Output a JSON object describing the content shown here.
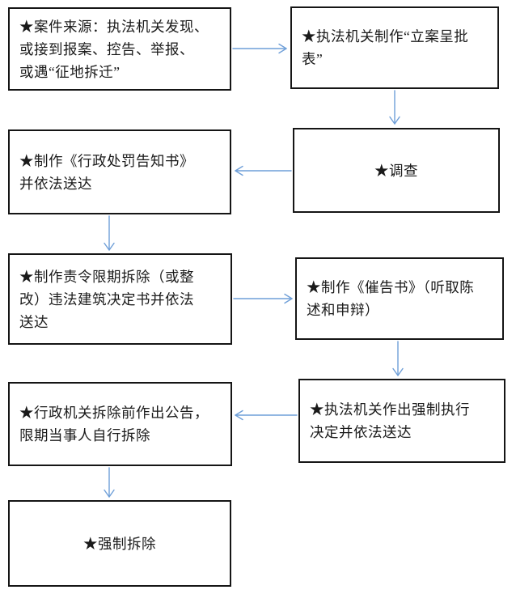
{
  "diagram": {
    "type": "flowchart",
    "language": "zh-CN",
    "background_color": "#ffffff",
    "node_border_color": "#151515",
    "node_fill_color": "#ffffff",
    "text_color": "#1a1a1a",
    "arrow_color": "#6f9fd8",
    "bullet_glyph": "★",
    "nodes": [
      {
        "id": "case-source",
        "text": "★案件来源：执法机关发现、\n或接到报案、控告、举报、\n或遇“征地拆迁”"
      },
      {
        "id": "filing-approval-form",
        "text": "★执法机关制作“立案呈批\n表”"
      },
      {
        "id": "investigation",
        "text": "★调查"
      },
      {
        "id": "penalty-notice",
        "text": "★制作《行政处罚告知书》\n并依法送达"
      },
      {
        "id": "demolition-order",
        "text": "★制作责令限期拆除（或整\n改）违法建筑决定书并依法\n送达"
      },
      {
        "id": "reminder-letter",
        "text": "★制作《催告书》（听取陈\n述和申辩）"
      },
      {
        "id": "public-announcement",
        "text": "★行政机关拆除前作出公告，\n限期当事人自行拆除"
      },
      {
        "id": "enforcement-decision",
        "text": "★执法机关作出强制执行\n决定并依法送达"
      },
      {
        "id": "forced-demolition",
        "text": "★强制拆除"
      }
    ],
    "edges": [
      {
        "from": "case-source",
        "to": "filing-approval-form",
        "direction": "right"
      },
      {
        "from": "filing-approval-form",
        "to": "investigation",
        "direction": "down"
      },
      {
        "from": "investigation",
        "to": "penalty-notice",
        "direction": "left"
      },
      {
        "from": "penalty-notice",
        "to": "demolition-order",
        "direction": "down"
      },
      {
        "from": "demolition-order",
        "to": "reminder-letter",
        "direction": "right"
      },
      {
        "from": "reminder-letter",
        "to": "enforcement-decision",
        "direction": "down"
      },
      {
        "from": "enforcement-decision",
        "to": "public-announcement",
        "direction": "left"
      },
      {
        "from": "public-announcement",
        "to": "forced-demolition",
        "direction": "down"
      }
    ]
  }
}
